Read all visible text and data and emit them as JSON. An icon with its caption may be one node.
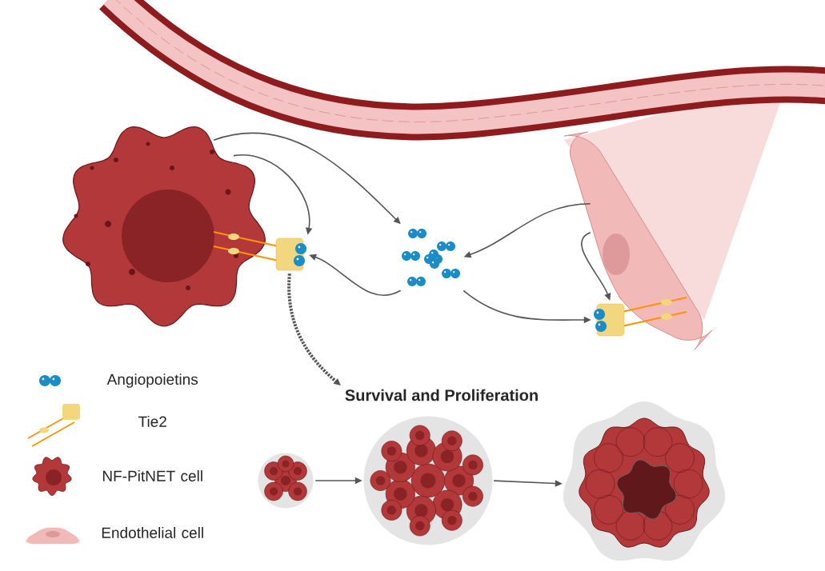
{
  "diagram": {
    "nodes": [
      {
        "text": [],
        "shape": "picture"
      },
      {
        "text": [],
        "shape": "picture"
      },
      {
        "text": [],
        "shape": "picture"
      },
      {
        "text": [],
        "shape": "picture"
      },
      {
        "text": [],
        "shape": "picture",
        "in": 3
      },
      {
        "text": [
          "Survival and Proliferation"
        ]
      },
      {
        "text": [],
        "shape": "picture"
      },
      {
        "text": [],
        "shape": "picture"
      },
      {
        "text": [],
        "shape": "picture"
      }
    ],
    "edges": [
      {
        "from": 0,
        "to": 2,
        "arrow": "to"
      },
      {
        "from": 0,
        "to": 1,
        "arrow": "to"
      },
      {
        "from": 2,
        "to": 1,
        "arrow": "to"
      },
      {
        "from": 3,
        "to": 2,
        "arrow": "to"
      },
      {
        "from": 3,
        "to": 4,
        "arrow": "to"
      },
      {
        "from": 2,
        "to": 4,
        "arrow": "to"
      },
      {
        "from": 1,
        "to": 5,
        "arrow": "to",
        "style": "dashed"
      },
      {
        "from": 6,
        "to": 7,
        "arrow": "to"
      },
      {
        "from": 7,
        "to": 8,
        "arrow": "to"
      }
    ],
    "legend": [
      {
        "text": "Angiopoietins"
      },
      {
        "text": "Tie2"
      },
      {
        "text": "NF-PitNET cell"
      },
      {
        "text": "Endothelial cell"
      }
    ]
  }
}
